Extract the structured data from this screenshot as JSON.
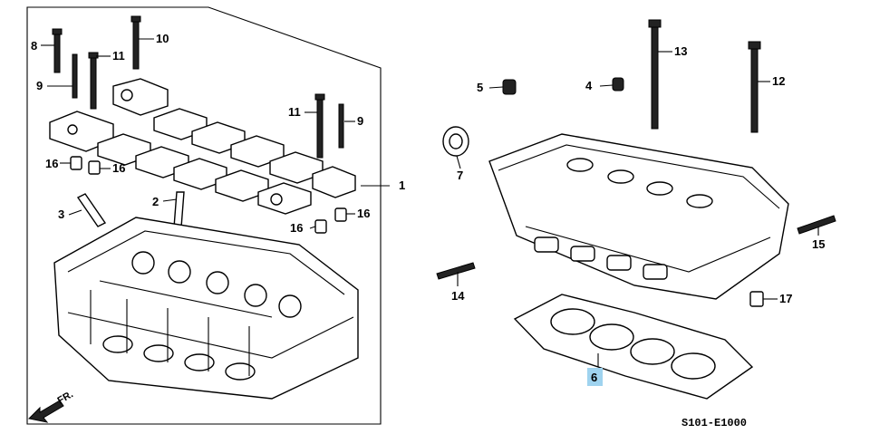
{
  "diagram_code": "S101-E1000",
  "direction_label": "FR.",
  "colors": {
    "highlight": "#9fd3ef",
    "ink": "#000000"
  },
  "callouts": [
    {
      "id": "1",
      "text": "1"
    },
    {
      "id": "2",
      "text": "2"
    },
    {
      "id": "3",
      "text": "3"
    },
    {
      "id": "4",
      "text": "4"
    },
    {
      "id": "5",
      "text": "5"
    },
    {
      "id": "6",
      "text": "6",
      "highlighted": true
    },
    {
      "id": "7",
      "text": "7"
    },
    {
      "id": "8",
      "text": "8"
    },
    {
      "id": "9a",
      "text": "9"
    },
    {
      "id": "9b",
      "text": "9"
    },
    {
      "id": "10",
      "text": "10"
    },
    {
      "id": "11a",
      "text": "11"
    },
    {
      "id": "11b",
      "text": "11"
    },
    {
      "id": "12",
      "text": "12"
    },
    {
      "id": "13",
      "text": "13"
    },
    {
      "id": "14",
      "text": "14"
    },
    {
      "id": "15",
      "text": "15"
    },
    {
      "id": "16a",
      "text": "16"
    },
    {
      "id": "16b",
      "text": "16"
    },
    {
      "id": "16c",
      "text": "16"
    },
    {
      "id": "17",
      "text": "17"
    }
  ]
}
